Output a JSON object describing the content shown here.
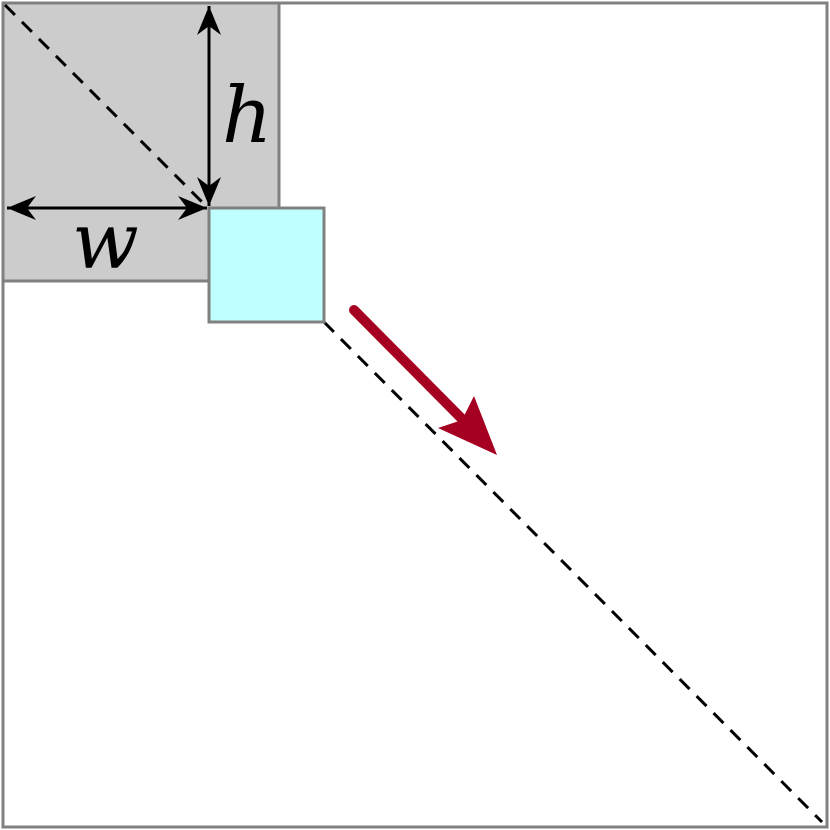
{
  "diagram": {
    "labels": {
      "width": "w",
      "height": "h"
    },
    "colors": {
      "outer_border": "#808080",
      "window_fill": "#cccccc",
      "patch_fill": "#bfffff",
      "arrow": "#a50021",
      "dimension_lines": "#000000",
      "diagonal": "#000000"
    },
    "elements": [
      {
        "name": "outer-square",
        "shape": "rect"
      },
      {
        "name": "gray-window",
        "shape": "rect"
      },
      {
        "name": "cyan-patch",
        "shape": "rect"
      },
      {
        "name": "diagonal-dashed-line",
        "shape": "line"
      },
      {
        "name": "width-dimension-arrow",
        "shape": "double-arrow"
      },
      {
        "name": "height-dimension-arrow",
        "shape": "double-arrow"
      },
      {
        "name": "direction-arrow",
        "shape": "arrow"
      }
    ]
  }
}
